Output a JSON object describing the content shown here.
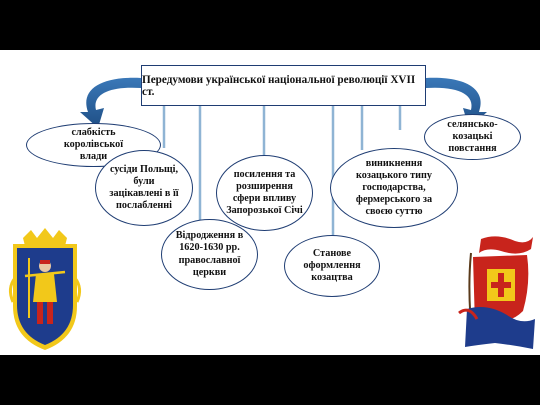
{
  "diagram": {
    "title": "Передумови української національної революції XVII ст.",
    "nodes": [
      {
        "id": "n1",
        "label": "слабкість королівської влади"
      },
      {
        "id": "n2",
        "label": "сусіди Польщі, були зацікавлені в її послабленні"
      },
      {
        "id": "n3",
        "label": "Відродження в 1620-1630 рр. православної церкви"
      },
      {
        "id": "n4",
        "label": "посилення та розширення сфери впливу Запорозької Січі"
      },
      {
        "id": "n5",
        "label": "Станове оформлення козацтва"
      },
      {
        "id": "n6",
        "label": "виникнення козацького типу господарства, фермерського за своєю суттю"
      },
      {
        "id": "n7",
        "label": "селянсько-козацькі повстання"
      }
    ],
    "colors": {
      "connector": "#8fb4d4",
      "curved_arrow": "#2d5f93",
      "border": "#1f3d73",
      "frame": "#000000"
    }
  },
  "images": [
    {
      "name": "ukrainian-cossack-coat-of-arms",
      "colors": [
        "#1e3c8c",
        "#f2c81a",
        "#c8241c"
      ]
    },
    {
      "name": "cossack-banner",
      "colors": [
        "#c8241c",
        "#1e3c8c",
        "#f2c81a"
      ]
    }
  ]
}
